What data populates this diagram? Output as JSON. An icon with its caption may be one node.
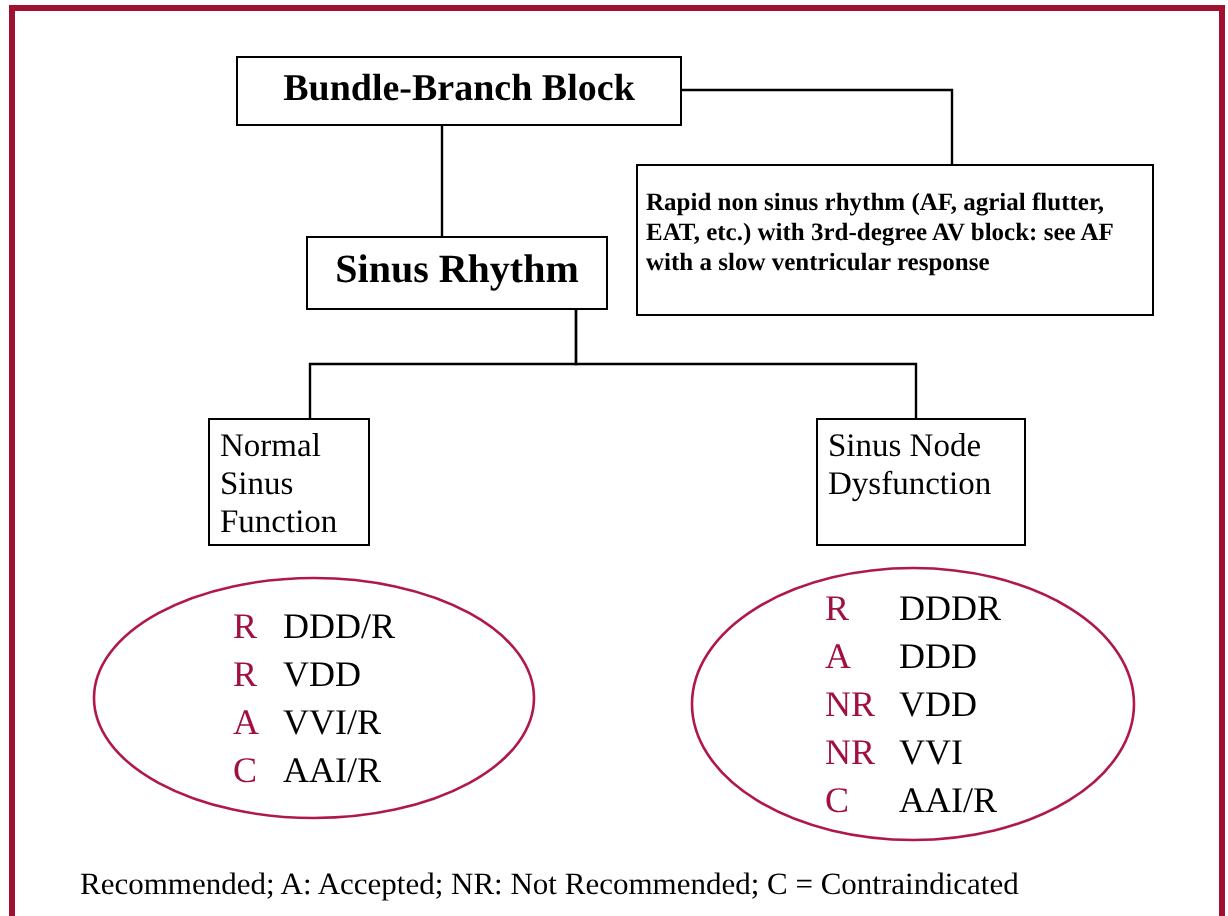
{
  "diagram": {
    "caption": "Recommended; A: Accepted; NR: Not Recommended; C = Contraindicated",
    "nodes": [
      {
        "text": [
          "Bundle-Branch Block"
        ]
      },
      {
        "text": [
          "Rapid non sinus rhythm (AF, agrial flutter, EAT, etc.) with 3rd-degree AV block: see AF with a slow ventricular response"
        ]
      },
      {
        "text": [
          "Sinus Rhythm"
        ]
      },
      {
        "text": [
          "Normal Sinus Function"
        ]
      },
      {
        "text": [
          "Sinus Node Dysfunction"
        ]
      },
      {
        "text": [
          "R",
          "DDD/R",
          "R",
          "VDD",
          "A",
          "VVI/R",
          "C",
          "AAI/R"
        ]
      },
      {
        "text": [
          "R",
          "DDDR",
          "A",
          "DDD",
          "NR",
          "VDD",
          "NR",
          "VVI",
          "C",
          "AAI/R"
        ]
      }
    ],
    "edges": [
      {
        "from": 0,
        "to": 2,
        "arrow": "none"
      },
      {
        "from": 0,
        "to": 1,
        "arrow": "none"
      },
      {
        "from": 2,
        "to": 3,
        "arrow": "none"
      },
      {
        "from": 2,
        "to": 4,
        "arrow": "none"
      }
    ]
  }
}
